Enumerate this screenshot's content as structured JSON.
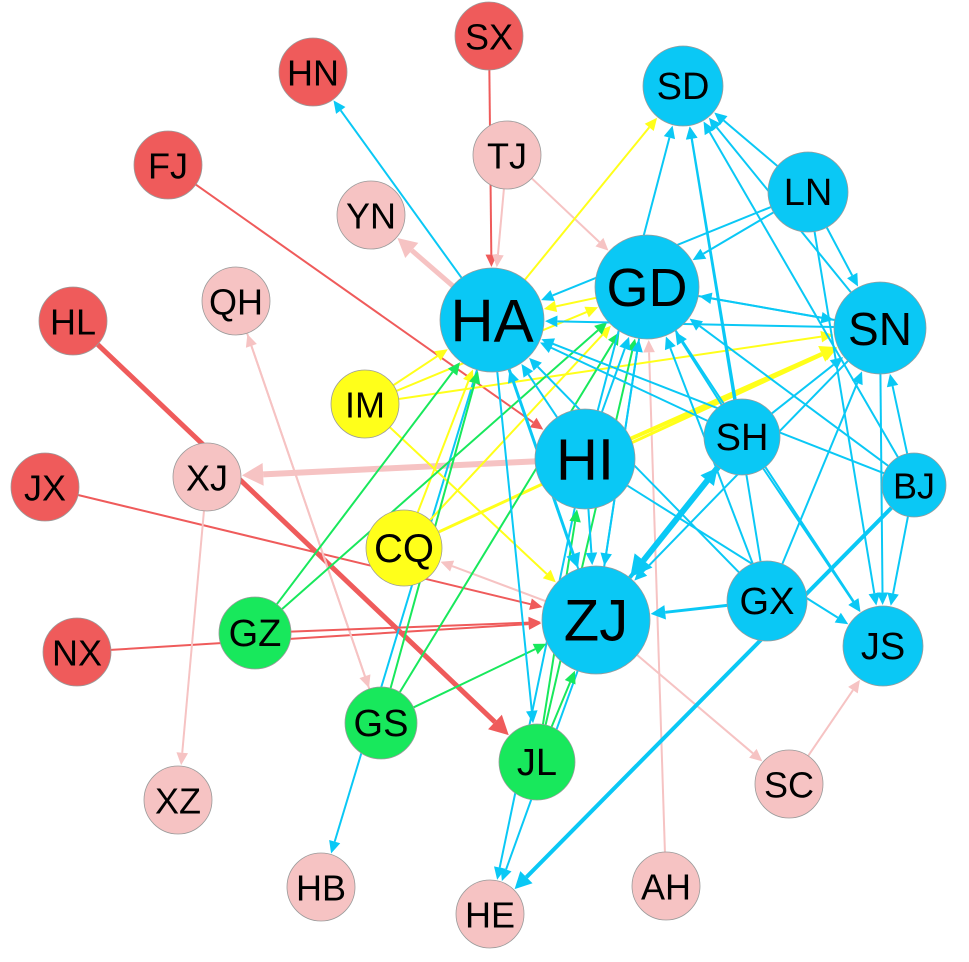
{
  "palette": {
    "red": "#ef5b5b",
    "pink": "#f6c3c3",
    "blue": "#0ac8f5",
    "yellow": "#ffff1a",
    "green": "#18e85c"
  },
  "nodes": [
    {
      "id": "SX",
      "group": "red"
    },
    {
      "id": "HN",
      "group": "red"
    },
    {
      "id": "FJ",
      "group": "red"
    },
    {
      "id": "HL",
      "group": "red"
    },
    {
      "id": "JX",
      "group": "red"
    },
    {
      "id": "NX",
      "group": "red"
    },
    {
      "id": "TJ",
      "group": "pink"
    },
    {
      "id": "YN",
      "group": "pink"
    },
    {
      "id": "QH",
      "group": "pink"
    },
    {
      "id": "XJ",
      "group": "pink"
    },
    {
      "id": "XZ",
      "group": "pink"
    },
    {
      "id": "HB",
      "group": "pink"
    },
    {
      "id": "HE",
      "group": "pink"
    },
    {
      "id": "AH",
      "group": "pink"
    },
    {
      "id": "SC",
      "group": "pink"
    },
    {
      "id": "IM",
      "group": "yellow"
    },
    {
      "id": "CQ",
      "group": "yellow"
    },
    {
      "id": "GZ",
      "group": "green"
    },
    {
      "id": "GS",
      "group": "green"
    },
    {
      "id": "JL",
      "group": "green"
    },
    {
      "id": "SD",
      "group": "blue"
    },
    {
      "id": "LN",
      "group": "blue"
    },
    {
      "id": "GD",
      "group": "blue"
    },
    {
      "id": "SN",
      "group": "blue"
    },
    {
      "id": "HA",
      "group": "blue"
    },
    {
      "id": "HI",
      "group": "blue"
    },
    {
      "id": "SH",
      "group": "blue"
    },
    {
      "id": "BJ",
      "group": "blue"
    },
    {
      "id": "ZJ",
      "group": "blue"
    },
    {
      "id": "GX",
      "group": "blue"
    },
    {
      "id": "JS",
      "group": "blue"
    }
  ],
  "edges": [
    {
      "from": "SX",
      "to": "HA",
      "color": "red",
      "weight": 2
    },
    {
      "from": "FJ",
      "to": "HI",
      "color": "red",
      "weight": 2
    },
    {
      "from": "HL",
      "to": "JL",
      "color": "red",
      "weight": 5
    },
    {
      "from": "JX",
      "to": "ZJ",
      "color": "red",
      "weight": 2
    },
    {
      "from": "NX",
      "to": "ZJ",
      "color": "red",
      "weight": 2
    },
    {
      "from": "TJ",
      "to": "HA",
      "color": "pink",
      "weight": 2
    },
    {
      "from": "TJ",
      "to": "GD",
      "color": "pink",
      "weight": 2
    },
    {
      "from": "HA",
      "to": "YN",
      "color": "pink",
      "weight": 5
    },
    {
      "from": "HI",
      "to": "XJ",
      "color": "pink",
      "weight": 6
    },
    {
      "from": "XJ",
      "to": "XZ",
      "color": "pink",
      "weight": 2
    },
    {
      "from": "GS",
      "to": "QH",
      "color": "pink",
      "weight": 2
    },
    {
      "from": "QH",
      "to": "GS",
      "color": "pink",
      "weight": 2
    },
    {
      "from": "ZJ",
      "to": "CQ",
      "color": "pink",
      "weight": 2
    },
    {
      "from": "ZJ",
      "to": "SC",
      "color": "pink",
      "weight": 2
    },
    {
      "from": "SC",
      "to": "JS",
      "color": "pink",
      "weight": 2
    },
    {
      "from": "AH",
      "to": "GD",
      "color": "pink",
      "weight": 2
    },
    {
      "from": "HA",
      "to": "HN",
      "color": "blue",
      "weight": 2
    },
    {
      "from": "HA",
      "to": "HB",
      "color": "blue",
      "weight": 2
    },
    {
      "from": "ZJ",
      "to": "HE",
      "color": "blue",
      "weight": 2
    },
    {
      "from": "BJ",
      "to": "HE",
      "color": "blue",
      "weight": 4
    },
    {
      "from": "HI",
      "to": "HE",
      "color": "blue",
      "weight": 2
    },
    {
      "from": "IM",
      "to": "HA",
      "color": "yellow",
      "weight": 2
    },
    {
      "from": "IM",
      "to": "GD",
      "color": "yellow",
      "weight": 2
    },
    {
      "from": "IM",
      "to": "SN",
      "color": "yellow",
      "weight": 2
    },
    {
      "from": "IM",
      "to": "ZJ",
      "color": "yellow",
      "weight": 2
    },
    {
      "from": "HA",
      "to": "SD",
      "color": "yellow",
      "weight": 2
    },
    {
      "from": "CQ",
      "to": "HA",
      "color": "yellow",
      "weight": 2
    },
    {
      "from": "CQ",
      "to": "GD",
      "color": "yellow",
      "weight": 2
    },
    {
      "from": "CQ",
      "to": "SN",
      "color": "yellow",
      "weight": 3
    },
    {
      "from": "HI",
      "to": "SN",
      "color": "yellow",
      "weight": 4
    },
    {
      "from": "GD",
      "to": "HA",
      "color": "yellow",
      "weight": 2
    },
    {
      "from": "GZ",
      "to": "HA",
      "color": "green",
      "weight": 2
    },
    {
      "from": "GZ",
      "to": "GD",
      "color": "green",
      "weight": 2
    },
    {
      "from": "GZ",
      "to": "ZJ",
      "color": "red",
      "weight": 2
    },
    {
      "from": "GS",
      "to": "HA",
      "color": "green",
      "weight": 2
    },
    {
      "from": "GS",
      "to": "GD",
      "color": "green",
      "weight": 2
    },
    {
      "from": "GS",
      "to": "ZJ",
      "color": "green",
      "weight": 2
    },
    {
      "from": "JL",
      "to": "GD",
      "color": "green",
      "weight": 2
    },
    {
      "from": "JL",
      "to": "HI",
      "color": "green",
      "weight": 2
    },
    {
      "from": "JL",
      "to": "ZJ",
      "color": "green",
      "weight": 2
    },
    {
      "from": "LN",
      "to": "SD",
      "color": "blue",
      "weight": 2
    },
    {
      "from": "LN",
      "to": "GD",
      "color": "blue",
      "weight": 2
    },
    {
      "from": "LN",
      "to": "SN",
      "color": "blue",
      "weight": 2
    },
    {
      "from": "LN",
      "to": "JS",
      "color": "blue",
      "weight": 2
    },
    {
      "from": "LN",
      "to": "HA",
      "color": "blue",
      "weight": 2
    },
    {
      "from": "SN",
      "to": "SD",
      "color": "blue",
      "weight": 2
    },
    {
      "from": "SN",
      "to": "GD",
      "color": "blue",
      "weight": 2
    },
    {
      "from": "SN",
      "to": "HA",
      "color": "blue",
      "weight": 2
    },
    {
      "from": "SN",
      "to": "JS",
      "color": "blue",
      "weight": 2
    },
    {
      "from": "SN",
      "to": "ZJ",
      "color": "blue",
      "weight": 2
    },
    {
      "from": "SH",
      "to": "SD",
      "color": "blue",
      "weight": 2
    },
    {
      "from": "SH",
      "to": "GD",
      "color": "blue",
      "weight": 2
    },
    {
      "from": "SH",
      "to": "SN",
      "color": "blue",
      "weight": 2
    },
    {
      "from": "SH",
      "to": "HA",
      "color": "blue",
      "weight": 2
    },
    {
      "from": "SH",
      "to": "JS",
      "color": "blue",
      "weight": 2
    },
    {
      "from": "SH",
      "to": "ZJ",
      "color": "blue",
      "weight": 6
    },
    {
      "from": "ZJ",
      "to": "SH",
      "color": "blue",
      "weight": 4
    },
    {
      "from": "BJ",
      "to": "SD",
      "color": "blue",
      "weight": 2
    },
    {
      "from": "BJ",
      "to": "GD",
      "color": "blue",
      "weight": 2
    },
    {
      "from": "BJ",
      "to": "SN",
      "color": "blue",
      "weight": 2
    },
    {
      "from": "BJ",
      "to": "HA",
      "color": "blue",
      "weight": 2
    },
    {
      "from": "BJ",
      "to": "JS",
      "color": "blue",
      "weight": 2
    },
    {
      "from": "GX",
      "to": "SD",
      "color": "blue",
      "weight": 2
    },
    {
      "from": "GX",
      "to": "GD",
      "color": "blue",
      "weight": 2
    },
    {
      "from": "GX",
      "to": "SN",
      "color": "blue",
      "weight": 2
    },
    {
      "from": "GX",
      "to": "HA",
      "color": "blue",
      "weight": 2
    },
    {
      "from": "GX",
      "to": "ZJ",
      "color": "blue",
      "weight": 3
    },
    {
      "from": "HI",
      "to": "GD",
      "color": "blue",
      "weight": 2
    },
    {
      "from": "HI",
      "to": "HA",
      "color": "blue",
      "weight": 2
    },
    {
      "from": "HI",
      "to": "SD",
      "color": "blue",
      "weight": 2
    },
    {
      "from": "HI",
      "to": "JS",
      "color": "blue",
      "weight": 2
    },
    {
      "from": "HI",
      "to": "ZJ",
      "color": "blue",
      "weight": 2
    },
    {
      "from": "HA",
      "to": "ZJ",
      "color": "blue",
      "weight": 3
    },
    {
      "from": "HA",
      "to": "JL",
      "color": "blue",
      "weight": 2
    },
    {
      "from": "GD",
      "to": "ZJ",
      "color": "blue",
      "weight": 2
    },
    {
      "from": "GD",
      "to": "JS",
      "color": "blue",
      "weight": 2
    },
    {
      "from": "GD",
      "to": "SN",
      "color": "blue",
      "weight": 2
    },
    {
      "from": "ZJ",
      "to": "GD",
      "color": "blue",
      "weight": 2
    },
    {
      "from": "ZJ",
      "to": "HA",
      "color": "blue",
      "weight": 2
    }
  ]
}
